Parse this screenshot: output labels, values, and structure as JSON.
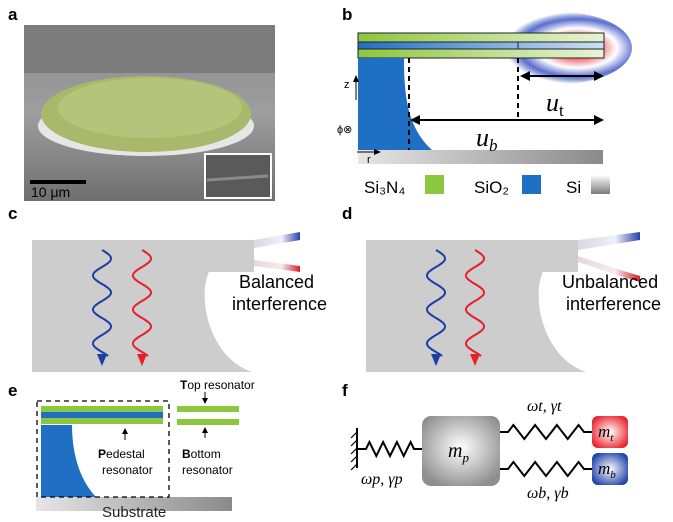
{
  "panel_labels": {
    "a": "a",
    "b": "b",
    "c": "c",
    "d": "d",
    "e": "e",
    "f": "f"
  },
  "panel_a": {
    "scale_bar": "10 μm"
  },
  "panel_b": {
    "axis_z": "z",
    "axis_r": "r",
    "axis_phi": "ϕ⊗",
    "u_t_base": "u",
    "u_t_sub": "t",
    "u_b_base": "u",
    "u_b_sub": "b",
    "legend": {
      "si3n4": "Si₃N₄",
      "sio2": "SiO₂",
      "si": "Si"
    }
  },
  "panel_c": {
    "line1": "Balanced",
    "line2": "interference"
  },
  "panel_d": {
    "line1": "Unbalanced",
    "line2": "interference"
  },
  "panel_e": {
    "top_resonator": {
      "bold": "T",
      "rest": "op resonator"
    },
    "pedestal_resonator": {
      "bold": "P",
      "rest": "edestal",
      "line2": "resonator"
    },
    "bottom_resonator": {
      "bold": "B",
      "rest": "ottom",
      "line2": "resonator"
    },
    "substrate": "Substrate"
  },
  "panel_f": {
    "m_p": "m",
    "m_p_sub": "p",
    "m_t": "m",
    "m_t_sub": "t",
    "m_b": "m",
    "m_b_sub": "b",
    "top_spring": "ωt, γt",
    "bottom_spring": "ωb, γb",
    "ground_spring": "ωp, γp"
  },
  "colors": {
    "si3n4": "#8dc63f",
    "sio2": "#1f6fc5",
    "si": "#9a9a9a",
    "wave_blue": "#1a3fa8",
    "wave_red": "#e8202a",
    "panel_gray": "#cdcdcd"
  }
}
